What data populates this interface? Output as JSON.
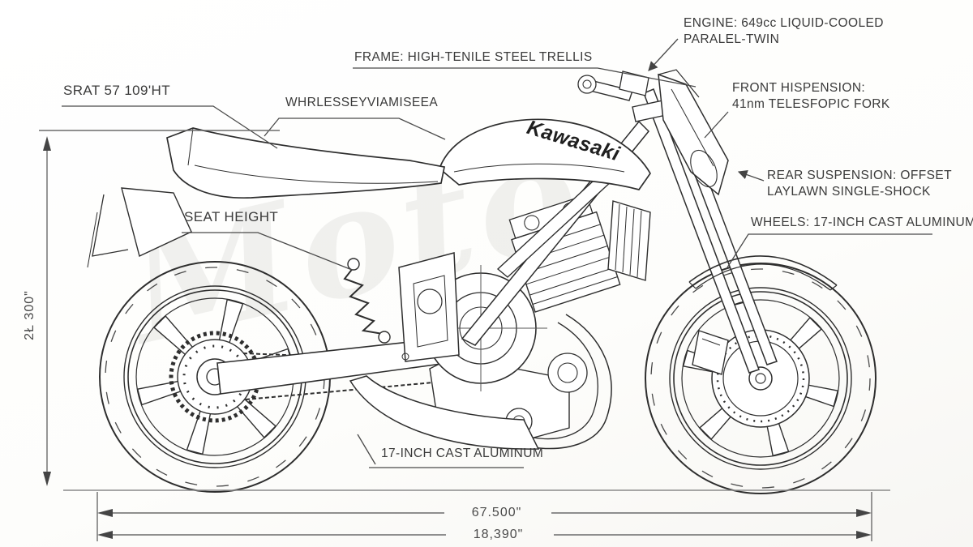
{
  "watermark": "Moto",
  "bike": {
    "brand_logo": "Kawasaki"
  },
  "callouts": {
    "frame": "FRAME: HIGH-TENILE STEEL TRELLIS",
    "engine": [
      "ENGINE: 649cc LIQUID-COOLED",
      "PARALEL-TWIN"
    ],
    "seat_spec": "SRAT 57 109'HT",
    "wheelbase_garbled": "WHRLESSEYVIAMISEEA",
    "front_suspension": [
      "FRONT HISPENSION:",
      "41nm TELESFOPIC FORK"
    ],
    "rear_suspension": [
      "REAR SUSPENSION: OFFSET",
      "LAYLAWN SINGLE-SHOCK"
    ],
    "wheels": "WHEELS: 17-INCH CAST ALUMINUM",
    "seat_height": "SEAT HEIGHT",
    "wheel_bottom": "17-INCH CAST ALUMINUM"
  },
  "dimensions": {
    "overall_height": "2Ł 300\"",
    "upper_length": "67.500\"",
    "lower_length": "18,390\""
  }
}
